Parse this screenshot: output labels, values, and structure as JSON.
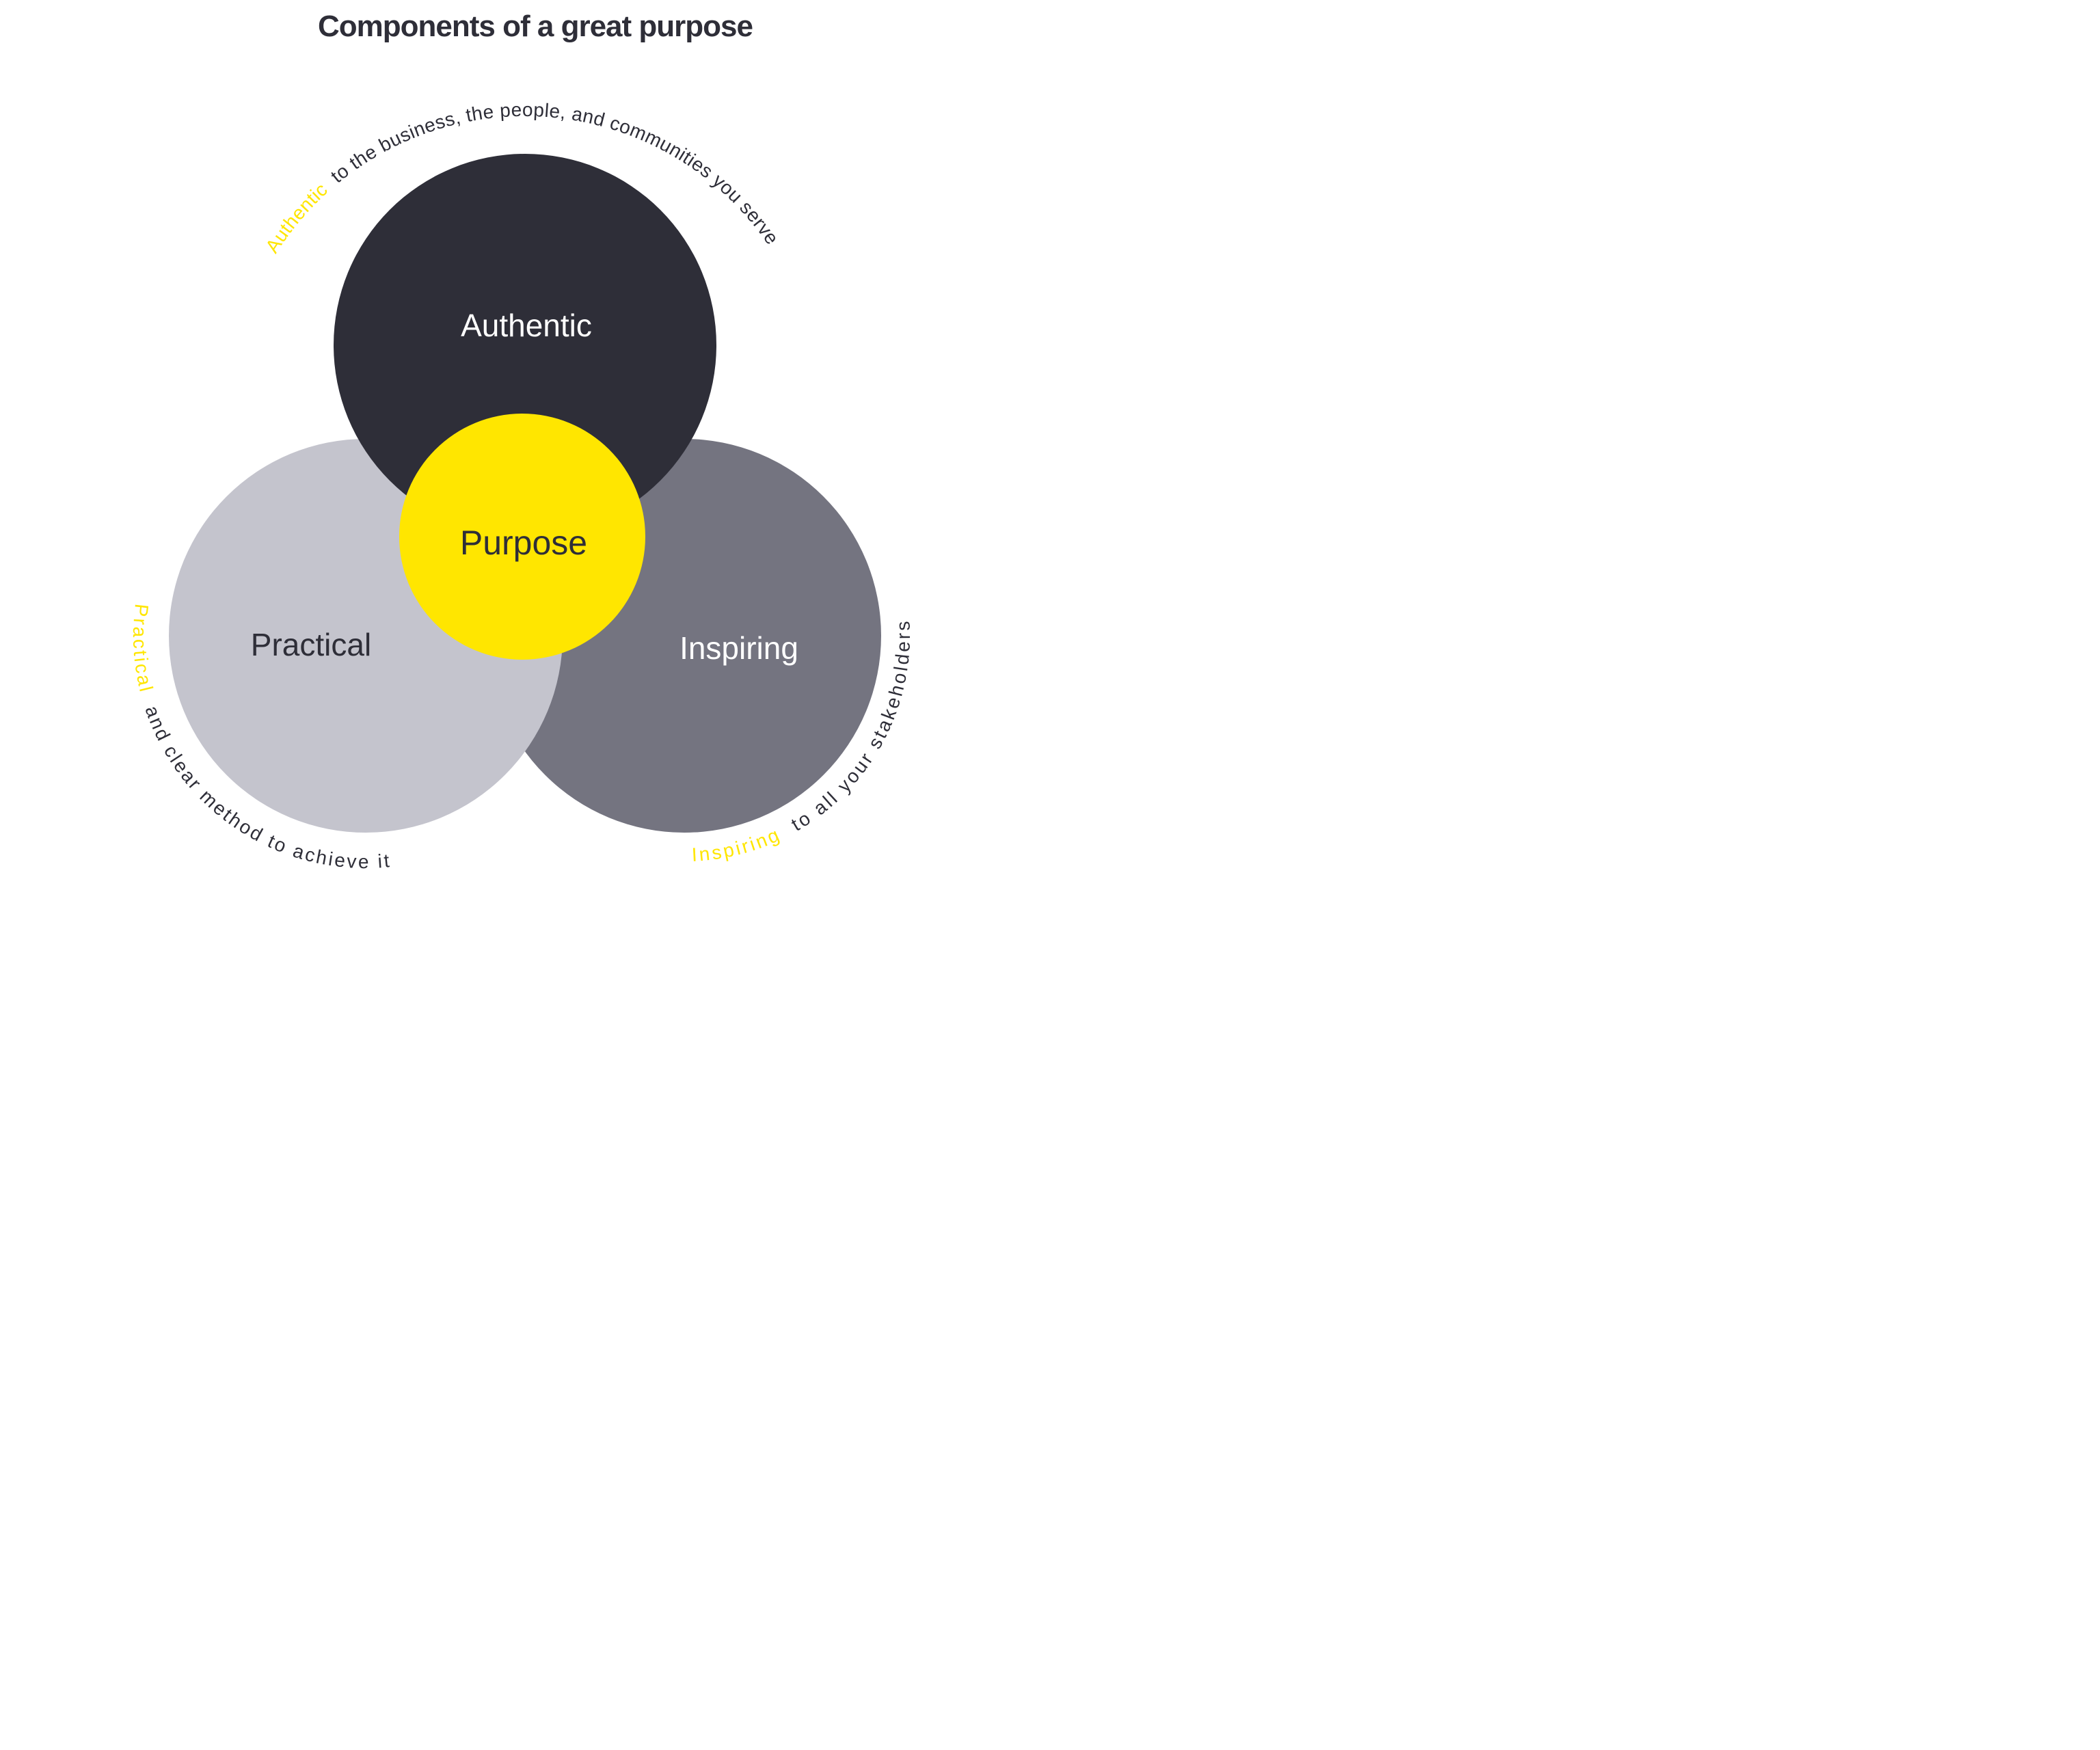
{
  "title": "Components of a great purpose",
  "colors": {
    "dark": "#2e2e38",
    "light_gray": "#c4c4cd",
    "medium_gray": "#747480",
    "yellow": "#ffe600",
    "white": "#ffffff"
  },
  "labels": {
    "authentic": "Authentic",
    "practical": "Practical",
    "inspiring": "Inspiring",
    "purpose": "Purpose"
  },
  "arcs": {
    "top": {
      "highlight": "Authentic",
      "rest": " to the business, the people, and communities you serve"
    },
    "bottom_left": {
      "highlight": "Practical",
      "rest": " and clear method to achieve it"
    },
    "bottom_right": {
      "highlight": "Inspiring",
      "rest": " to all your stakeholders"
    }
  }
}
